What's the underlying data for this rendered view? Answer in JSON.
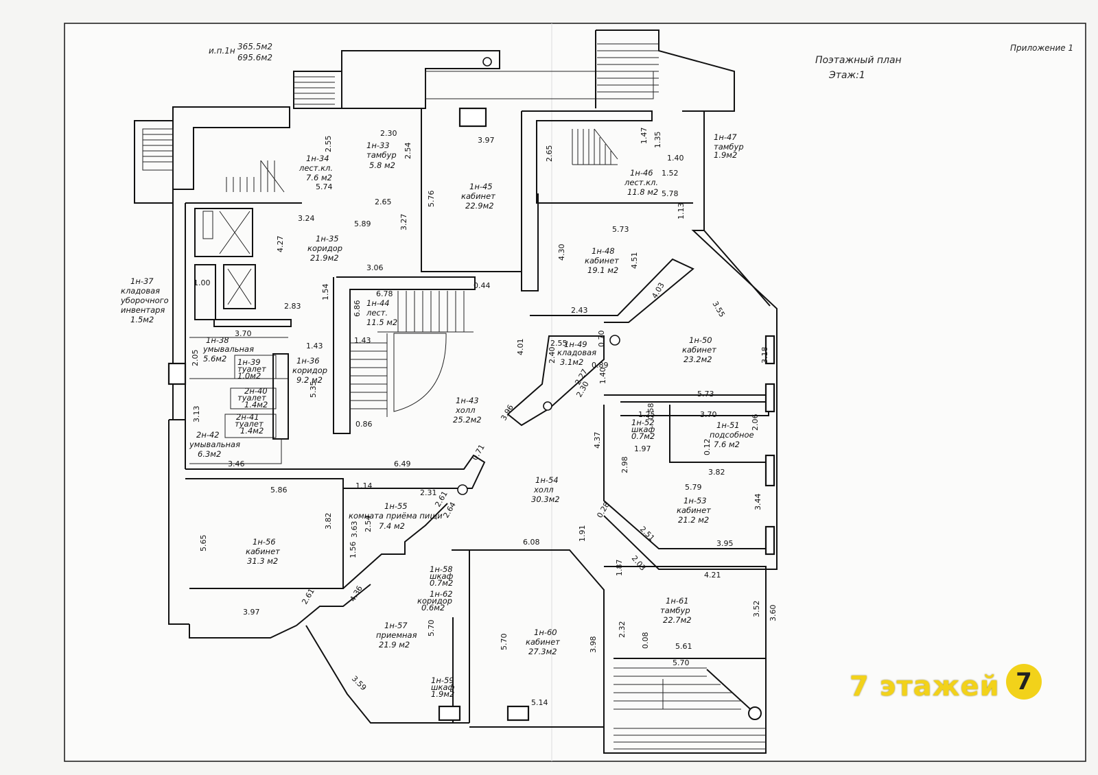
{
  "header": {
    "appendix": "Приложение 1",
    "plan_title": "Поэтажный план",
    "floor": "Этаж:1",
    "area_label": "и.п.1н",
    "area_1": "365.5м2",
    "area_2": "695.6м2"
  },
  "rooms": [
    {
      "id": "1н-33",
      "name": "тамбур",
      "area": "5.8 м2"
    },
    {
      "id": "1н-34",
      "name": "лест.кл.",
      "area": "7.6 м2"
    },
    {
      "id": "1н-35",
      "name": "коридор",
      "area": "21.9м2"
    },
    {
      "id": "1н-36",
      "name": "коридор",
      "area": "9.2 м2"
    },
    {
      "id": "1н-37",
      "name": "кладовая уборочного инвентаря",
      "area": "1.5м2"
    },
    {
      "id": "1н-38",
      "name": "умывальная",
      "area": "5.6м2"
    },
    {
      "id": "1н-39",
      "name": "туалет",
      "area": "1.0м2"
    },
    {
      "id": "2н-40",
      "name": "туалет",
      "area": "1.4м2"
    },
    {
      "id": "2н-41",
      "name": "туалет",
      "area": "1.4м2"
    },
    {
      "id": "2н-42",
      "name": "умывальная",
      "area": "6.3м2"
    },
    {
      "id": "1н-43",
      "name": "холл",
      "area": "25.2м2"
    },
    {
      "id": "1н-44",
      "name": "лест.",
      "area": "11.5 м2"
    },
    {
      "id": "1н-45",
      "name": "кабинет",
      "area": "22.9м2"
    },
    {
      "id": "1н-46",
      "name": "лест.кл.",
      "area": "11.8 м2"
    },
    {
      "id": "1н-47",
      "name": "тамбур",
      "area": "1.9м2"
    },
    {
      "id": "1н-48",
      "name": "кабинет",
      "area": "19.1 м2"
    },
    {
      "id": "1н-49",
      "name": "кладовая",
      "area": "3.1м2"
    },
    {
      "id": "1н-50",
      "name": "кабинет",
      "area": "23.2м2"
    },
    {
      "id": "1н-51",
      "name": "подсобное",
      "area": "7.6 м2"
    },
    {
      "id": "1н-52",
      "name": "шкаф",
      "area": "0.7м2"
    },
    {
      "id": "1н-53",
      "name": "кабинет",
      "area": "21.2 м2"
    },
    {
      "id": "1н-54",
      "name": "холл",
      "area": "30.3м2"
    },
    {
      "id": "1н-55",
      "name": "комната приёма пищи",
      "area": "7.4 м2"
    },
    {
      "id": "1н-56",
      "name": "кабинет",
      "area": "31.3 м2"
    },
    {
      "id": "1н-57",
      "name": "приемная",
      "area": "21.9 м2"
    },
    {
      "id": "1н-58",
      "name": "шкаф",
      "area": "0.7м2"
    },
    {
      "id": "1н-59",
      "name": "шкаф",
      "area": "1.9м2"
    },
    {
      "id": "1н-60",
      "name": "кабинет",
      "area": "27.3м2"
    },
    {
      "id": "1н-61",
      "name": "тамбур",
      "area": "22.7м2"
    },
    {
      "id": "1н-62",
      "name": "коридор",
      "area": "0.6м2"
    }
  ],
  "dimensions": [
    "2.30",
    "2.55",
    "2.54",
    "5.74",
    "2.65",
    "3.24",
    "5.89",
    "3.27",
    "3.97",
    "5.76",
    "2.65",
    "1.47",
    "1.35",
    "1.40",
    "1.52",
    "5.78",
    "1.13",
    "5.73",
    "4.30",
    "4.51",
    "4.27",
    "3.06",
    "1.00",
    "2.83",
    "1.54",
    "0.44",
    "6.78",
    "6.86",
    "1.43",
    "2.43",
    "4.01",
    "4.03",
    "3.55",
    "3.70",
    "1.43",
    "2.05",
    "5.35",
    "2.55",
    "0.70",
    "2.40",
    "2.27",
    "0.89",
    "2.30",
    "3.18",
    "1.40",
    "5.73",
    "3.13",
    "0.86",
    "3.96",
    "1.25",
    "0.58",
    "3.70",
    "2.06",
    "1.97",
    "4.37",
    "0.12",
    "3.82",
    "2.98",
    "3.46",
    "6.49",
    "0.71",
    "5.79",
    "3.44",
    "2.51",
    "3.95",
    "0.28",
    "5.86",
    "1.14",
    "2.31",
    "2.61",
    "2.64",
    "3.82",
    "3.63",
    "2.54",
    "5.65",
    "1.56",
    "6.08",
    "1.91",
    "2.03",
    "1.87",
    "4.21",
    "3.52",
    "3.60",
    "4.36",
    "2.61",
    "3.97",
    "5.70",
    "5.70",
    "3.98",
    "2.32",
    "0.08",
    "5.61",
    "5.70",
    "3.59",
    "5.14"
  ],
  "badge": {
    "text": "7 этажей",
    "logo": "7"
  }
}
